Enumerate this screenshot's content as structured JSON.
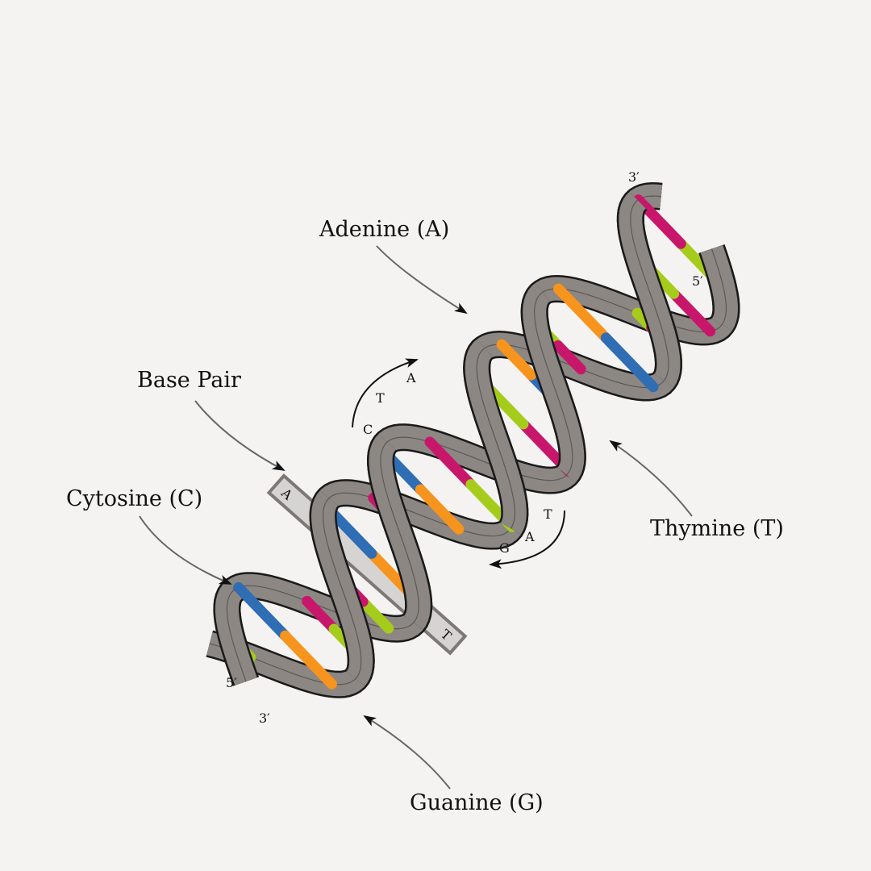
{
  "labels": {
    "adenine": "Adenine (A)",
    "base_pair": "Base Pair",
    "cytosine": "Cytosine (C)",
    "thymine": "Thymine (T)",
    "guanine": "Guanine (G)"
  },
  "ends": {
    "top_3": "3′",
    "top_5": "5′",
    "bottom_5": "5′",
    "bottom_3": "3′"
  },
  "base_pair_box": {
    "left": "A",
    "right": "T"
  },
  "sequence_upper": [
    "C",
    "T",
    "A"
  ],
  "sequence_lower": [
    "T",
    "A",
    "G"
  ],
  "colors": {
    "background": "#f4f3f2",
    "backbone": "#8c8783",
    "adenine": "#a6cc1b",
    "thymine": "#c8176b",
    "cytosine": "#2f6db5",
    "guanine": "#f7941d"
  },
  "base_pairs": [
    [
      "thymine",
      "adenine"
    ],
    [
      "cytosine",
      "guanine"
    ],
    [
      "thymine",
      "adenine"
    ],
    [
      "adenine",
      "thymine"
    ],
    [
      "guanine",
      "cytosine"
    ],
    [
      "adenine",
      "thymine"
    ],
    [
      "cytosine",
      "guanine"
    ],
    [
      "thymine",
      "adenine"
    ],
    [
      "adenine",
      "thymine"
    ],
    [
      "thymine",
      "adenine"
    ],
    [
      "cytosine",
      "guanine"
    ],
    [
      "adenine",
      "thymine"
    ],
    [
      "guanine",
      "cytosine"
    ],
    [
      "adenine",
      "thymine"
    ],
    [
      "thymine",
      "adenine"
    ],
    [
      "adenine",
      "thymine"
    ]
  ]
}
